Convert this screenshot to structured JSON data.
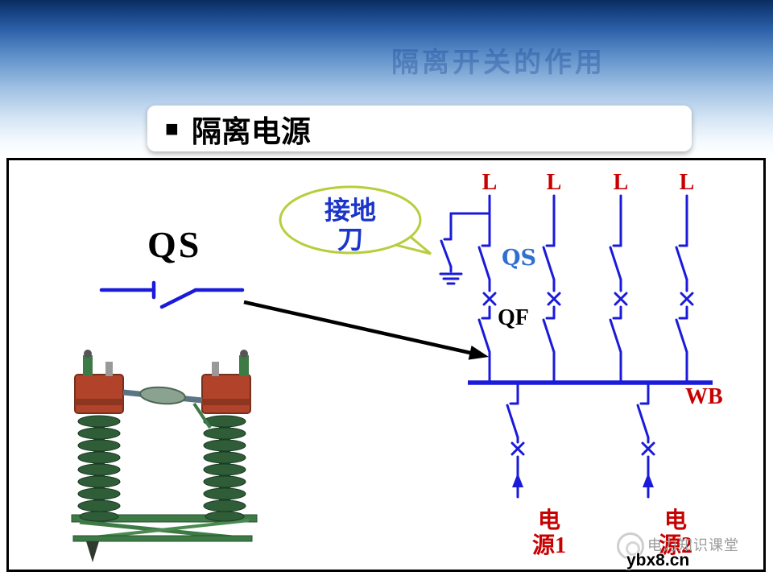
{
  "slide": {
    "watermark_title": "隔离开关的作用",
    "title_bullet": "■",
    "title": "隔离电源"
  },
  "symbol": {
    "label": "QS"
  },
  "bubble": {
    "line1": "接地",
    "line2": "刀"
  },
  "circuit": {
    "feeder_labels": [
      "L",
      "L",
      "L",
      "L"
    ],
    "qs_label": "QS",
    "qf_label": "QF",
    "bus_label": "WB",
    "source1": {
      "line1": "电",
      "line2": "源1"
    },
    "source2": {
      "line1": "电",
      "line2": "源2"
    }
  },
  "footer": {
    "brand": "电力知识课堂",
    "site": "ybx8.cn"
  },
  "colors": {
    "circuit_blue": "#1a1adb",
    "label_red": "#c80000",
    "qs_blue": "#2f6fd2",
    "bubble_blue": "#1b34c9",
    "bubble_stroke": "#b9cd3c"
  }
}
